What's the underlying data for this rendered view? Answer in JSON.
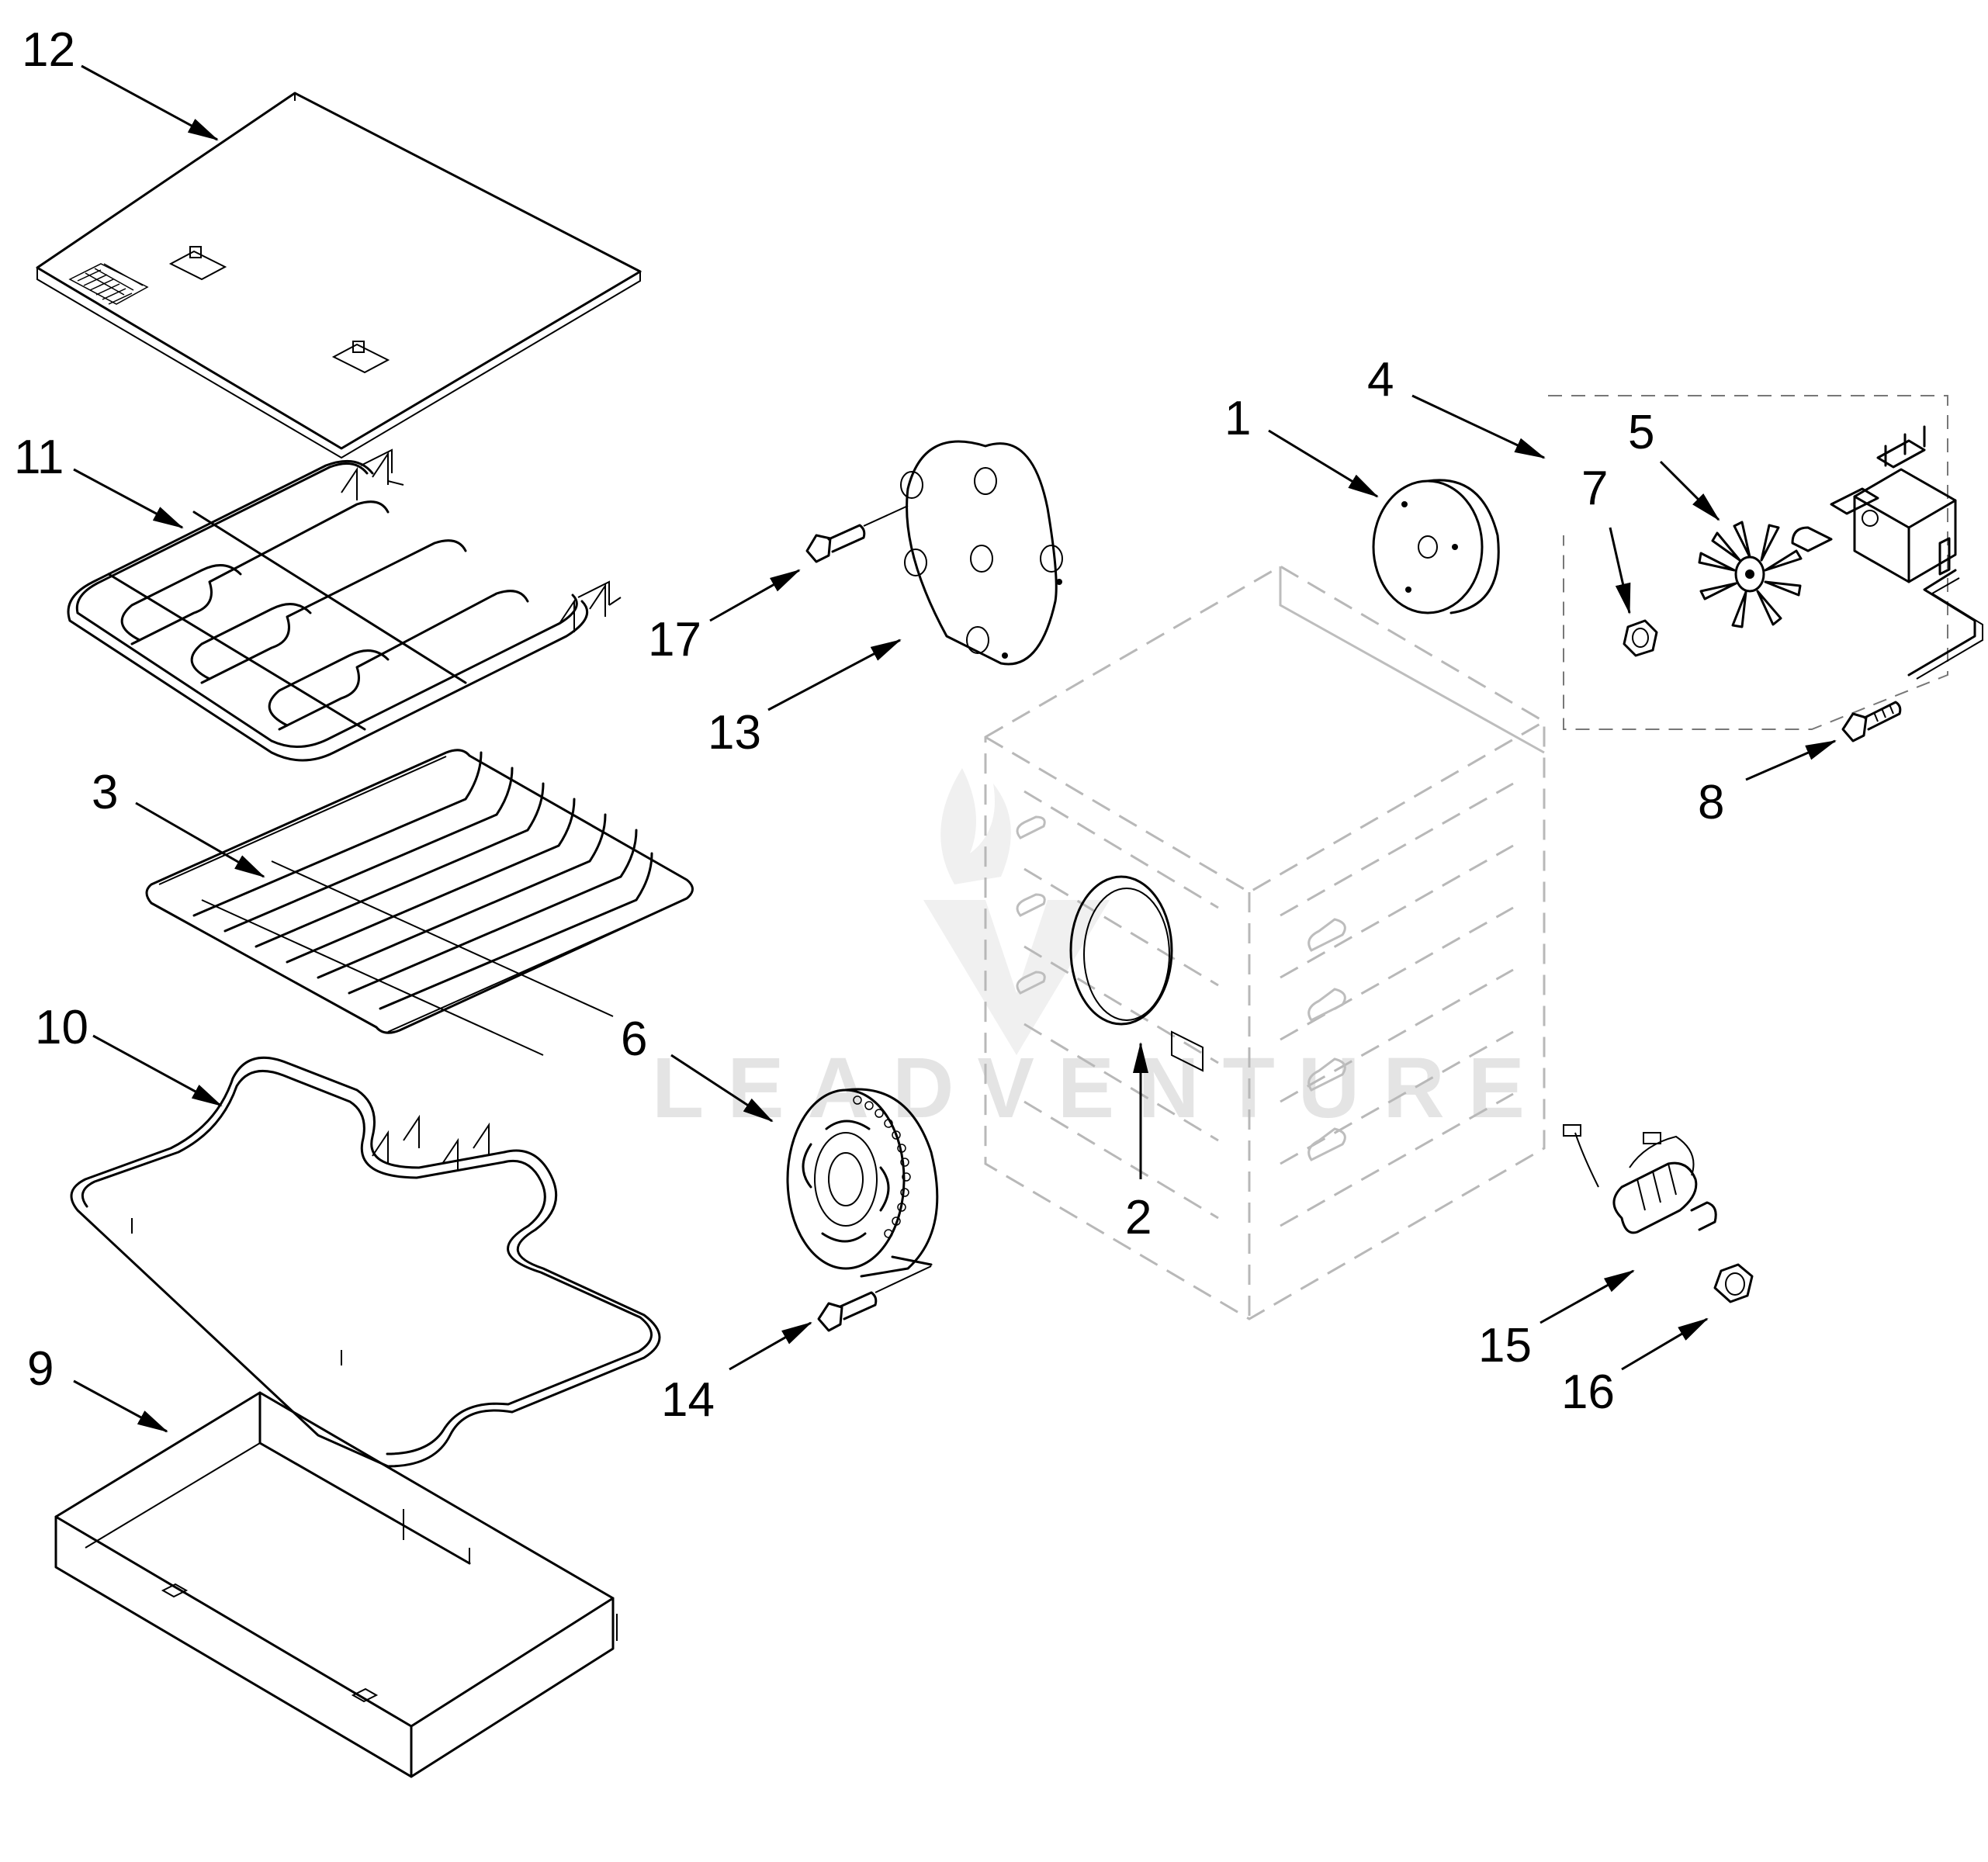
{
  "watermark": "LEADVENTURE",
  "callouts": [
    {
      "id": "c1",
      "label": "1"
    },
    {
      "id": "c2",
      "label": "2"
    },
    {
      "id": "c3",
      "label": "3"
    },
    {
      "id": "c4",
      "label": "4"
    },
    {
      "id": "c5",
      "label": "5"
    },
    {
      "id": "c6",
      "label": "6"
    },
    {
      "id": "c7",
      "label": "7"
    },
    {
      "id": "c8",
      "label": "8"
    },
    {
      "id": "c9",
      "label": "9"
    },
    {
      "id": "c10",
      "label": "10"
    },
    {
      "id": "c11",
      "label": "11"
    },
    {
      "id": "c12",
      "label": "12"
    },
    {
      "id": "c13",
      "label": "13"
    },
    {
      "id": "c14",
      "label": "14"
    },
    {
      "id": "c15",
      "label": "15"
    },
    {
      "id": "c16",
      "label": "16"
    },
    {
      "id": "c17",
      "label": "17"
    }
  ]
}
